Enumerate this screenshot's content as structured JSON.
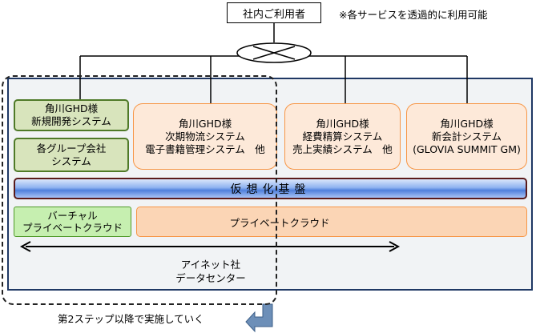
{
  "top": {
    "user_box": "社内ご利用者",
    "note": "※各サービスを透過的に利用可能"
  },
  "systems": {
    "green1": [
      "角川GHD様",
      "新規開発システム"
    ],
    "green2": [
      "各グループ会社",
      "システム"
    ],
    "orange1": [
      "角川GHD様",
      "次期物流システム",
      "電子書籍管理システム　他"
    ],
    "orange2": [
      "角川GHD様",
      "経費精算システム",
      "売上実績システム　他"
    ],
    "orange3": [
      "角川GHD様",
      "新会計システム",
      "(GLOVIA SUMMIT GM)"
    ]
  },
  "virtualization": "仮想化基盤",
  "clouds": {
    "virtual_private": [
      "バーチャル",
      "プライベートクラウド"
    ],
    "private": "プライベートクラウド"
  },
  "datacenter": [
    "アイネット社",
    "データセンター"
  ],
  "step_note": "第2ステップ以降で実施していく",
  "colors": {
    "frame_border": "#1f3864",
    "green_fill": "#d8e4bc",
    "orange_fill": "#fde9d9",
    "lime_fill": "#c6efb0",
    "peach_fill": "#fbd5b5",
    "bar_blue": "#4f7fdc"
  }
}
